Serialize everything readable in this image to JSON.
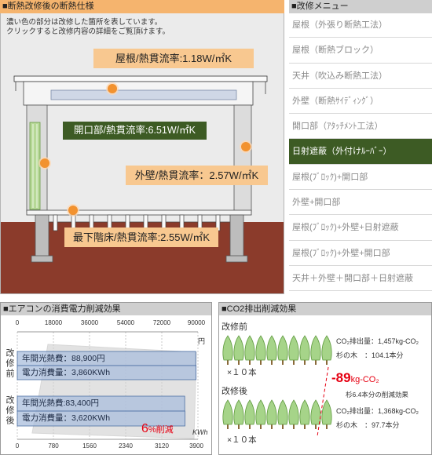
{
  "colors": {
    "header_orange": "#f5b46e",
    "label_orange": "#f8c890",
    "selected_green": "#3d5b24",
    "reduction_red": "#e60012",
    "ground_brown": "#8b3b2b",
    "bar_blue": "#a9bedc",
    "hotspot_orange": "#f2922f",
    "tree_green": "#a6d489",
    "header_gray": "#cfcfcf"
  },
  "insulation_panel": {
    "title": "■断熱改修後の断熱仕様",
    "description": [
      "濃い色の部分は改修した箇所を表しています。",
      "クリックすると改修内容の詳細をご覧頂けます。"
    ],
    "labels": {
      "roof": "屋根/熱貫流率:1.18W/㎡K",
      "opening": "開口部/熱貫流率:6.51W/㎡K",
      "wall": "外壁/熱貫流率：2.57W/㎡K",
      "floor": "最下階床/熱貫流率:2.55W/㎡K"
    }
  },
  "menu": {
    "title": "■改修メニュー",
    "items": [
      {
        "label": "屋根（外張り断熱工法）",
        "selected": false
      },
      {
        "label": "屋根（断熱ブロック）",
        "selected": false
      },
      {
        "label": "天井（吹込み断熱工法）",
        "selected": false
      },
      {
        "label": "外壁（断熱ｻｲﾃﾞｨﾝｸﾞ）",
        "selected": false
      },
      {
        "label": "開口部（ｱﾀｯﾁﾒﾝﾄ工法）",
        "selected": false
      },
      {
        "label": "日射遮蔽（外付けﾙｰﾊﾞｰ）",
        "selected": true
      },
      {
        "label": "屋根(ﾌﾞﾛｯｸ)+開口部",
        "selected": false
      },
      {
        "label": "外壁+開口部",
        "selected": false
      },
      {
        "label": "屋根(ﾌﾞﾛｯｸ)+外壁+日射遮蔽",
        "selected": false
      },
      {
        "label": "屋根(ﾌﾞﾛｯｸ)+外壁+開口部",
        "selected": false
      },
      {
        "label": "天井＋外壁＋開口部＋日射遮蔽",
        "selected": false
      }
    ]
  },
  "aircon": {
    "title": "■エアコンの消費電力削減効果",
    "cost_axis": {
      "ticks": [
        "0",
        "18000",
        "36000",
        "54000",
        "72000",
        "90000"
      ],
      "unit": "円",
      "max": 90000
    },
    "power_axis": {
      "ticks": [
        "0",
        "780",
        "1560",
        "2340",
        "3120",
        "3900"
      ],
      "unit": "KWh",
      "max": 3900
    },
    "before": {
      "label": "改修前",
      "cost": 88900,
      "power": 3860,
      "cost_text": "年間光熱費：88,900円",
      "power_text": "電力消費量：3,860KWh"
    },
    "after": {
      "label": "改修後",
      "cost": 83400,
      "power": 3620,
      "cost_text": "年間光熱費:83,400円",
      "power_text": "電力消費量：3,620KWh"
    },
    "reduction": {
      "number": "6",
      "suffix": "%削減"
    }
  },
  "co2": {
    "title": "■CO2排出削減効果",
    "before": {
      "label": "改修前",
      "trees_text": "×１０本",
      "emission_text": "CO₂排出量：1,457kg-CO₂",
      "cedar_text": "杉の木　：104.1本分"
    },
    "after": {
      "label": "改修後",
      "trees_text": "×１０本",
      "emission_text": "CO₂排出量：1,368kg-CO₂",
      "cedar_text": "杉の木　：97.7本分"
    },
    "reduction": {
      "value": "-89",
      "unit": "kg-CO₂",
      "note": "杉6.4本分の削減効果"
    }
  }
}
